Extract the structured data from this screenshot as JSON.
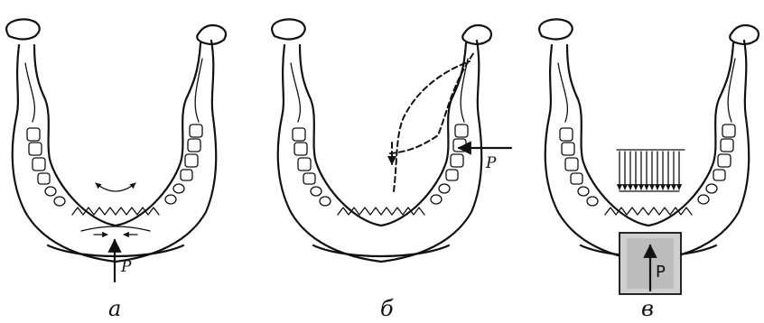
{
  "panels": [
    {
      "label": "а",
      "force_label": "P"
    },
    {
      "label": "б",
      "force_label": "P"
    },
    {
      "label": "в",
      "force_label": "P"
    }
  ]
}
